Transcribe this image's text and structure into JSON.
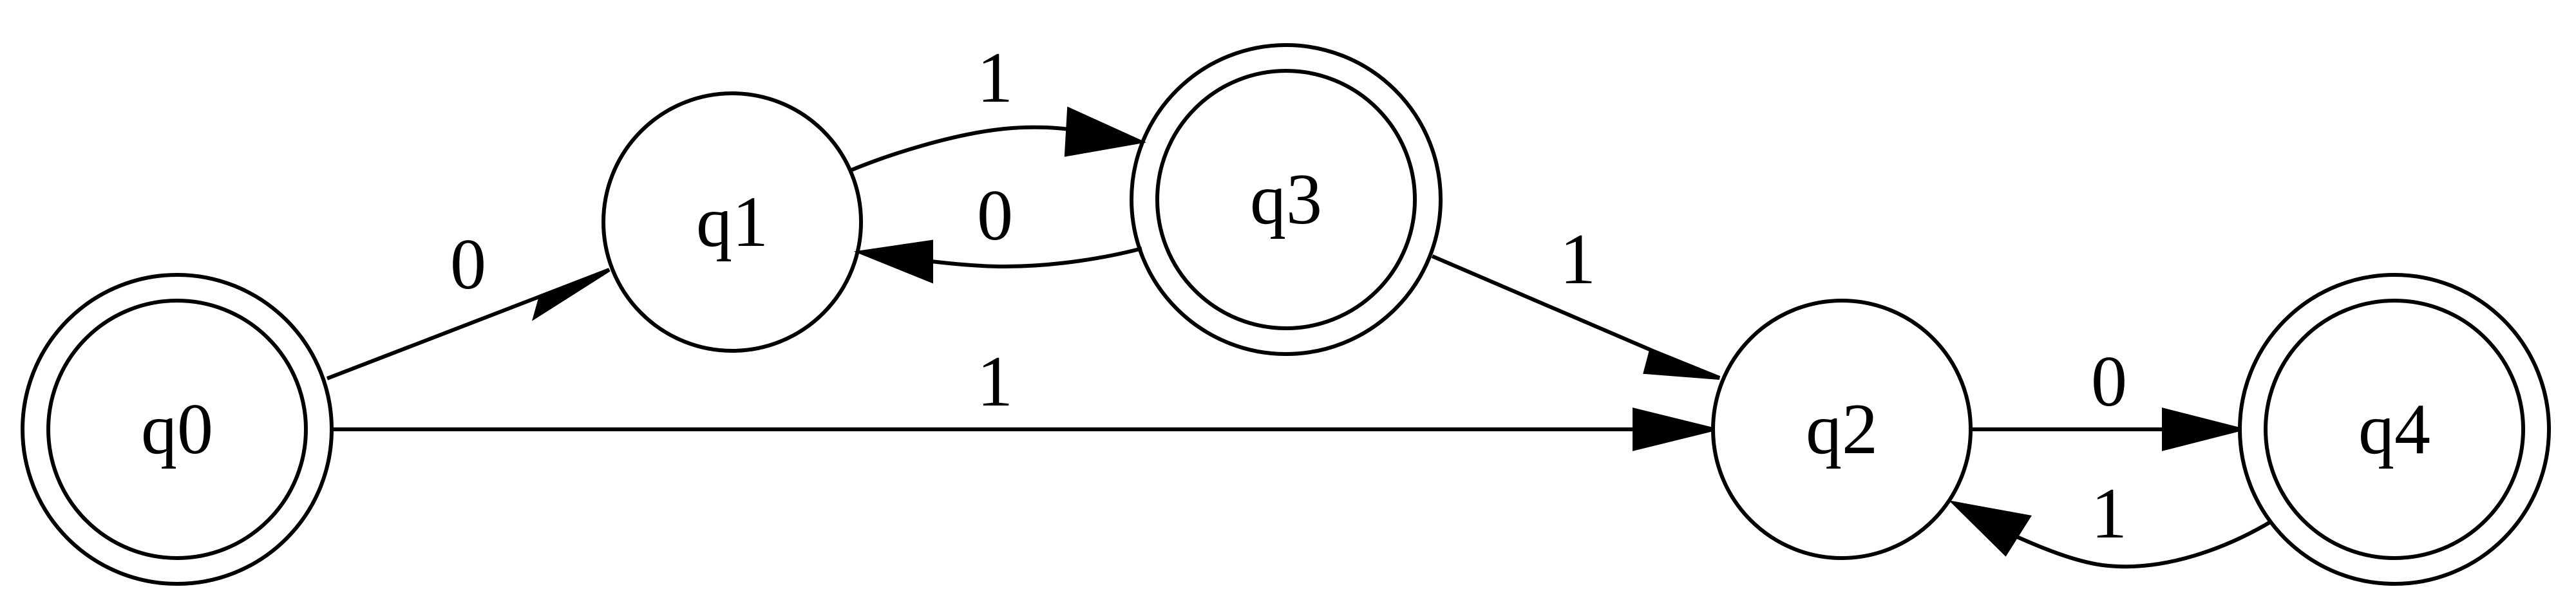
{
  "diagram": {
    "type": "finite-automaton",
    "states": [
      {
        "id": "q0",
        "label": "q0",
        "accepting": true
      },
      {
        "id": "q1",
        "label": "q1",
        "accepting": false
      },
      {
        "id": "q3",
        "label": "q3",
        "accepting": true
      },
      {
        "id": "q2",
        "label": "q2",
        "accepting": false
      },
      {
        "id": "q4",
        "label": "q4",
        "accepting": true
      }
    ],
    "transitions": [
      {
        "id": "q0-q1",
        "from": "q0",
        "to": "q1",
        "label": "0"
      },
      {
        "id": "q1-q3",
        "from": "q1",
        "to": "q3",
        "label": "1"
      },
      {
        "id": "q3-q1",
        "from": "q3",
        "to": "q1",
        "label": "0"
      },
      {
        "id": "q0-q2",
        "from": "q0",
        "to": "q2",
        "label": "1"
      },
      {
        "id": "q3-q2",
        "from": "q3",
        "to": "q2",
        "label": "1"
      },
      {
        "id": "q2-q4",
        "from": "q2",
        "to": "q4",
        "label": "0"
      },
      {
        "id": "q4-q2",
        "from": "q4",
        "to": "q2",
        "label": "1"
      }
    ],
    "colors": {
      "stroke": "#000000",
      "background": "#ffffff"
    }
  }
}
